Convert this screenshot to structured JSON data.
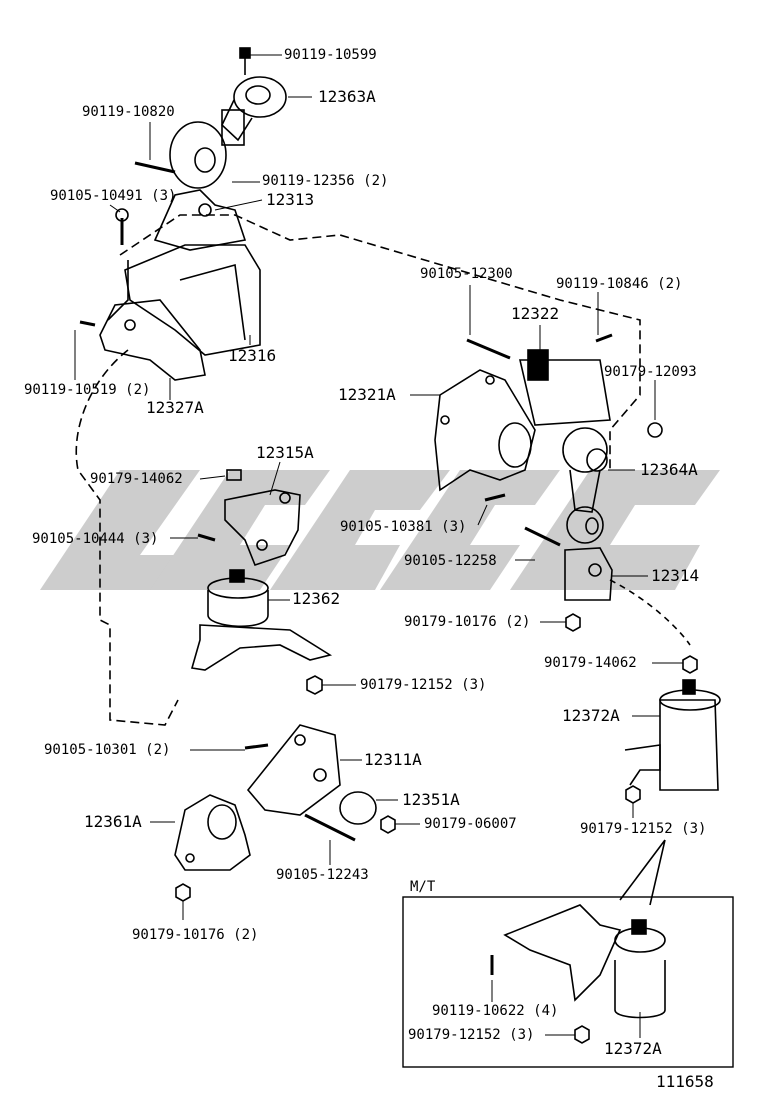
{
  "parts": {
    "p_90119_10599": "90119-10599",
    "p_12363A": "12363A",
    "p_90119_10820": "90119-10820",
    "p_90119_12356": "90119-12356 (2)",
    "p_90105_10491": "90105-10491 (3)",
    "p_12313": "12313",
    "p_90105_12300": "90105-12300",
    "p_90119_10846": "90119-10846 (2)",
    "p_12322": "12322",
    "p_90119_10519": "90119-10519 (2)",
    "p_12316": "12316",
    "p_12327A": "12327A",
    "p_12321A": "12321A",
    "p_90179_12093": "90179-12093",
    "p_12315A": "12315A",
    "p_90179_14062_a": "90179-14062",
    "p_12364A": "12364A",
    "p_90105_10381": "90105-10381 (3)",
    "p_90105_10444": "90105-10444 (3)",
    "p_90105_12258": "90105-12258",
    "p_12314": "12314",
    "p_12362": "12362",
    "p_90179_10176_a": "90179-10176 (2)",
    "p_90179_14062_b": "90179-14062",
    "p_90179_12152_a": "90179-12152 (3)",
    "p_12372A_a": "12372A",
    "p_90105_10301": "90105-10301 (2)",
    "p_12311A": "12311A",
    "p_12351A": "12351A",
    "p_12361A": "12361A",
    "p_90179_06007": "90179-06007",
    "p_90179_12152_b": "90179-12152 (3)",
    "p_90105_12243": "90105-12243",
    "p_90179_10176_b": "90179-10176 (2)",
    "p_90119_10622": "90119-10622 (4)",
    "p_90179_12152_c": "90179-12152 (3)",
    "p_12372A_b": "12372A"
  },
  "inset": {
    "title": "M/T"
  },
  "figure_number": "111658",
  "watermark_color": "#c8c8c8"
}
